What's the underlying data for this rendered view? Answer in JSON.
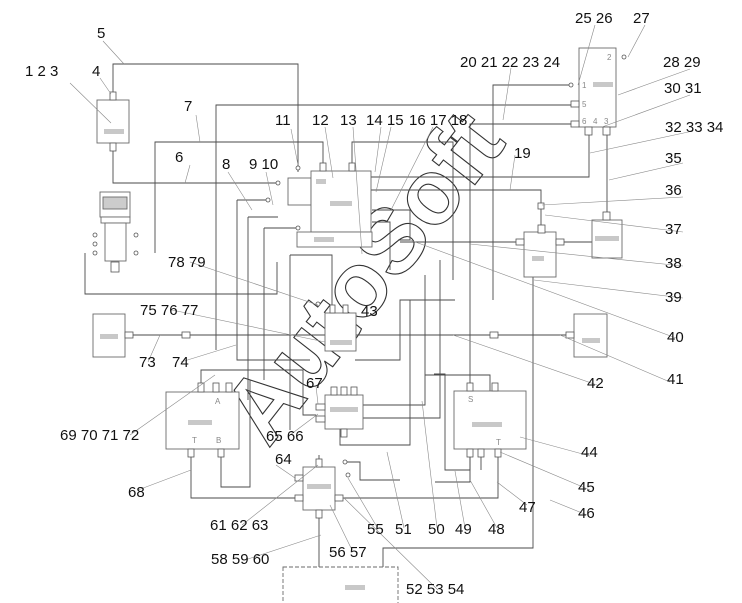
{
  "watermark": "AutoSoft",
  "port_labels": {
    "a": "A",
    "b": "B",
    "s": "S",
    "t": "T",
    "one": "1",
    "two": "2",
    "three": "3",
    "four": "4",
    "five": "5",
    "six": "6"
  },
  "callouts": [
    "1 2 3",
    "4",
    "5",
    "6",
    "7",
    "8",
    "9 10",
    "11",
    "12",
    "13",
    "14 15",
    "16 17 18",
    "19",
    "20 21 22 23 24",
    "25 26",
    "27",
    "28 29",
    "30 31",
    "32 33 34",
    "35",
    "36",
    "37",
    "38",
    "39",
    "40",
    "41",
    "42",
    "43",
    "44",
    "45",
    "46",
    "47",
    "48",
    "49",
    "50",
    "51",
    "52 53 54",
    "55",
    "56 57",
    "58 59 60",
    "61 62 63",
    "64",
    "65 66",
    "67",
    "68",
    "69 70 71 72",
    "73",
    "74",
    "75 76 77",
    "78 79"
  ]
}
